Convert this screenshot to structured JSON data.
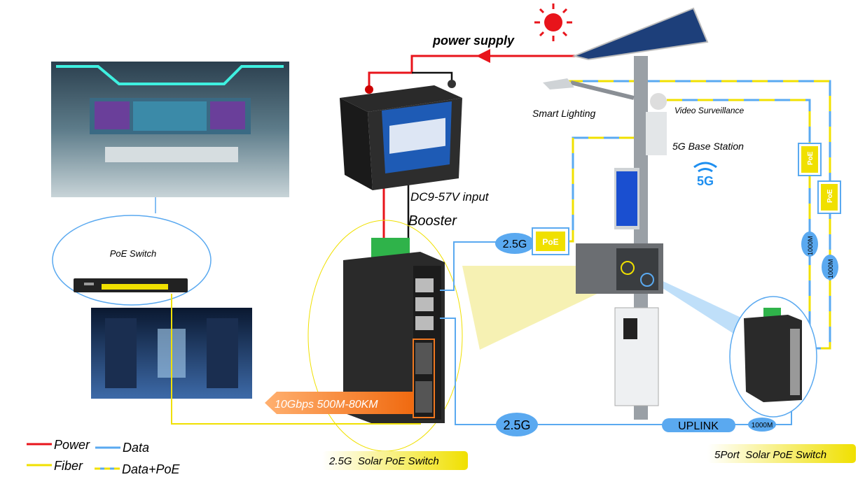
{
  "colors": {
    "power": "#e8141b",
    "fiber": "#f0e000",
    "data": "#5aa9f0",
    "badge": "#5aa9f0",
    "highlight": "#f3e60c"
  },
  "labels": {
    "power_supply": "power supply",
    "dc_input": "DC9-57V input",
    "booster": "Booster",
    "poe_switch": "PoE Switch",
    "fiber_speed": "10Gbps 500M-80KM",
    "smart_lighting": "Smart Lighting",
    "video_surveillance": "Video Surveillance",
    "base_station": "5G Base Station",
    "fiveg": "5G",
    "poe": "PoE",
    "link_top": "2.5G",
    "link_bottom": "2.5G",
    "uplink": "UPLINK",
    "m1000_a": "1000M",
    "m1000_b": "1000M",
    "m1000_c": "1000M",
    "product_left": "2.5G  Solar PoE Switch",
    "product_right": "5Port  Solar PoE Switch"
  },
  "legend": [
    {
      "label": "Power",
      "style": "power"
    },
    {
      "label": "Fiber",
      "style": "fiber"
    },
    {
      "label": "Data",
      "style": "data"
    },
    {
      "label": "Data+PoE",
      "style": "data-poe"
    }
  ],
  "icons": [
    "sun-icon",
    "solar-panel-icon",
    "battery-icon",
    "poe-port-icon",
    "wifi-5g-icon",
    "switch-icon",
    "camera-icon",
    "street-light-icon",
    "ev-charger-icon"
  ]
}
